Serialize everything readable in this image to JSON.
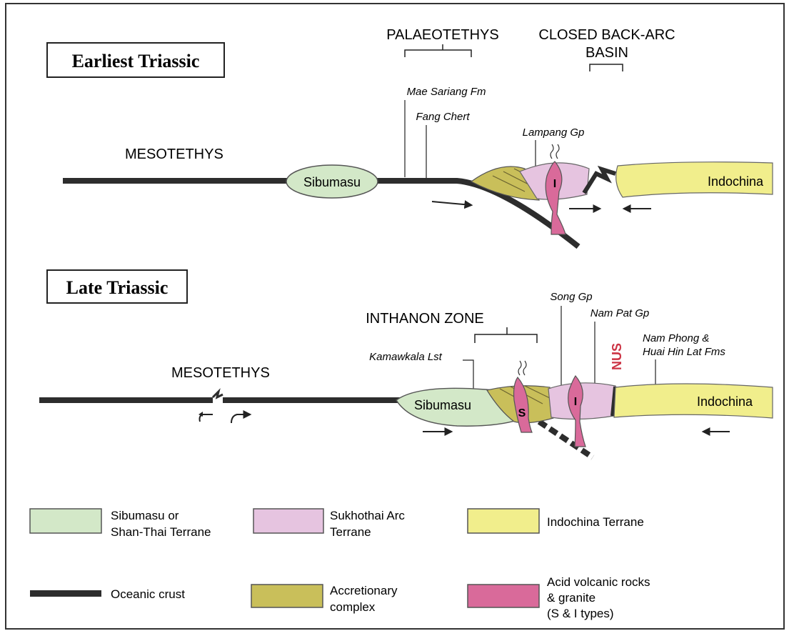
{
  "panels": {
    "top": {
      "title": "Earliest Triassic",
      "mesotethys": "MESOTETHYS",
      "palaeotethys": "PALAEOTETHYS",
      "backarc_line1": "CLOSED BACK-ARC",
      "backarc_line2": "BASIN",
      "mae_sariang": "Mae Sariang Fm",
      "fang_chert": "Fang Chert",
      "lampang": "Lampang Gp",
      "sibumasu": "Sibumasu",
      "indochina": "Indochina",
      "granite_type": "I"
    },
    "bottom": {
      "title": "Late Triassic",
      "mesotethys": "MESOTETHYS",
      "inthanon": "INTHANON ZONE",
      "kamawkala": "Kamawkala Lst",
      "song": "Song Gp",
      "nam_pat": "Nam Pat Gp",
      "nam_phong_line1": "Nam Phong &",
      "nam_phong_line2": "Huai Hin Lat Fms",
      "nus": "NUS",
      "sibumasu": "Sibumasu",
      "indochina": "Indochina",
      "granite_s": "S",
      "granite_i": "I"
    }
  },
  "legend": {
    "sibumasu_line1": "Sibumasu or",
    "sibumasu_line2": "Shan-Thai Terrane",
    "sukhothai_line1": "Sukhothai Arc",
    "sukhothai_line2": "Terrane",
    "indochina": "Indochina Terrane",
    "oceanic": "Oceanic crust",
    "accretionary_line1": "Accretionary",
    "accretionary_line2": "complex",
    "acid_line1": "Acid volcanic rocks",
    "acid_line2": "& granite",
    "acid_line3": "(S & I types)"
  },
  "colors": {
    "sibumasu": "#d3e8c8",
    "sukhothai": "#e6c4e0",
    "indochina": "#f1ee8c",
    "accretionary": "#c9bf5a",
    "acid": "#d96a9a",
    "crust": "#2d2d2d",
    "nus": "#cc3344"
  }
}
